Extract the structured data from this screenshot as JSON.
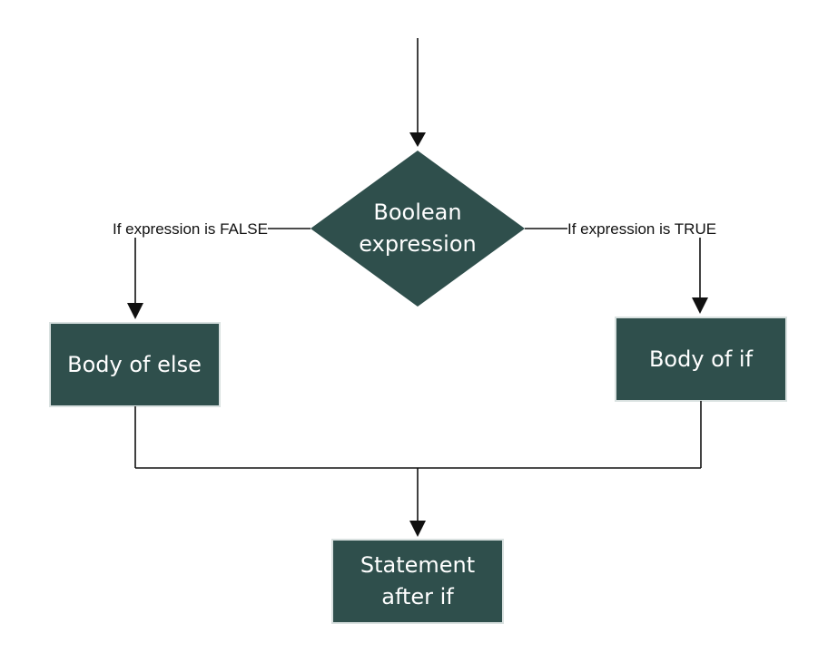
{
  "nodes": {
    "decision": {
      "line1": "Boolean",
      "line2": "expression"
    },
    "else_body": {
      "label": "Body of else"
    },
    "if_body": {
      "label": "Body of if"
    },
    "after": {
      "line1": "Statement",
      "line2": "after if"
    }
  },
  "branches": {
    "false_label": "If expression is FALSE",
    "true_label": "If expression  is TRUE"
  },
  "colors": {
    "node_fill": "#2f4f4c",
    "node_text": "#ffffff",
    "line": "#111111"
  }
}
